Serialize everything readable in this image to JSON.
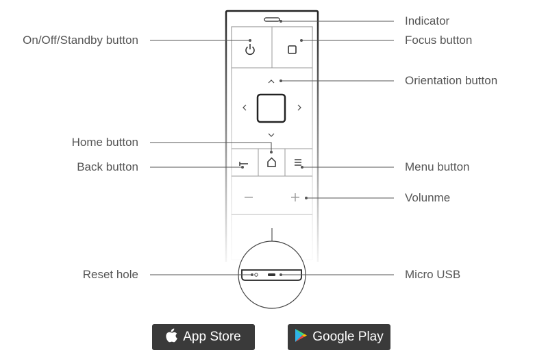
{
  "labels": {
    "indicator": "Indicator",
    "on_off": "On/Off/Standby button",
    "focus": "Focus button",
    "orientation": "Orientation button",
    "home": "Home button",
    "back": "Back button",
    "menu": "Menu button",
    "volume": "Volunme",
    "reset_hole": "Reset hole",
    "micro_usb": "Micro USB"
  },
  "stores": {
    "app_store": {
      "label": "App Store",
      "icon": "apple-icon"
    },
    "google_play": {
      "label": "Google Play",
      "icon": "google-play-icon"
    }
  },
  "colors": {
    "label_text": "#555555",
    "line": "#555555",
    "device_outline": "#222222",
    "button_dark": "#3a3a3a"
  }
}
